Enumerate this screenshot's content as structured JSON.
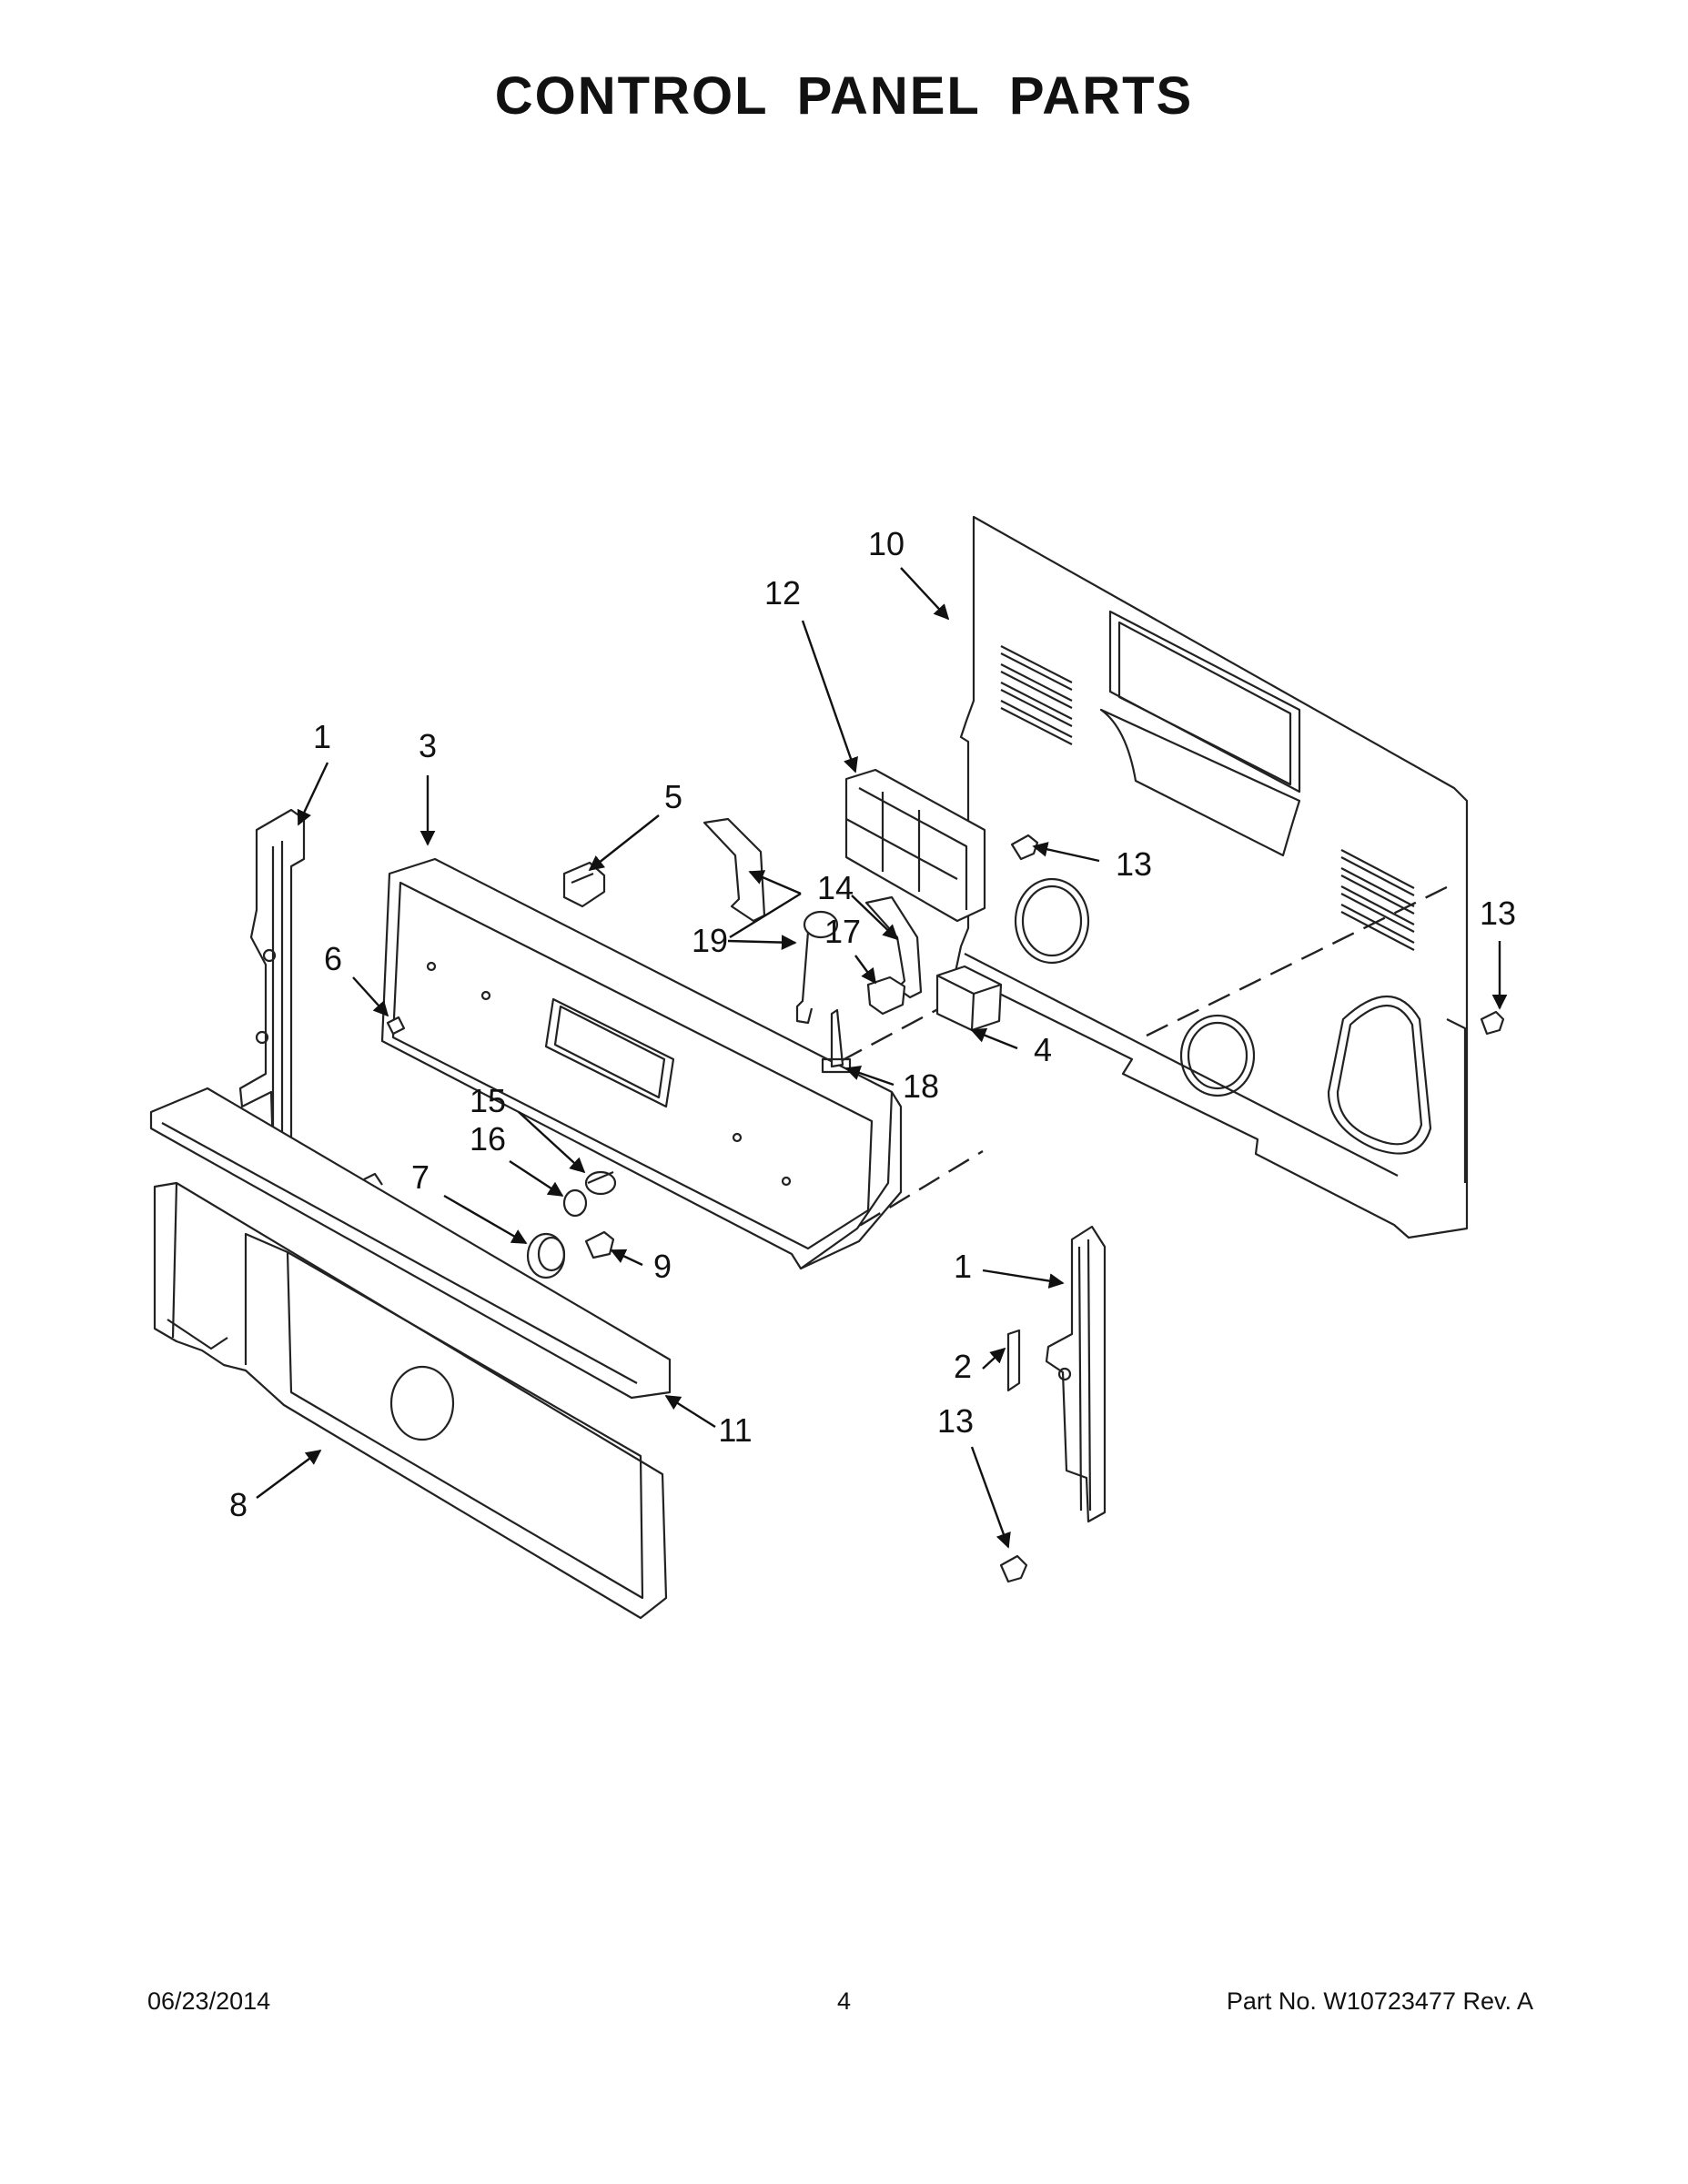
{
  "title": "CONTROL PANEL PARTS",
  "callouts": {
    "c1_left": "1",
    "c1_right": "1",
    "c2": "2",
    "c3": "3",
    "c4": "4",
    "c5": "5",
    "c6": "6",
    "c7": "7",
    "c8": "8",
    "c9": "9",
    "c10": "10",
    "c11": "11",
    "c12": "12",
    "c13_a": "13",
    "c13_b": "13",
    "c13_c": "13",
    "c14": "14",
    "c15": "15",
    "c16": "16",
    "c17": "17",
    "c18": "18",
    "c19": "19"
  },
  "footer": {
    "date": "06/23/2014",
    "page": "4",
    "part_number": "Part No.  W10723477  Rev.  A"
  }
}
